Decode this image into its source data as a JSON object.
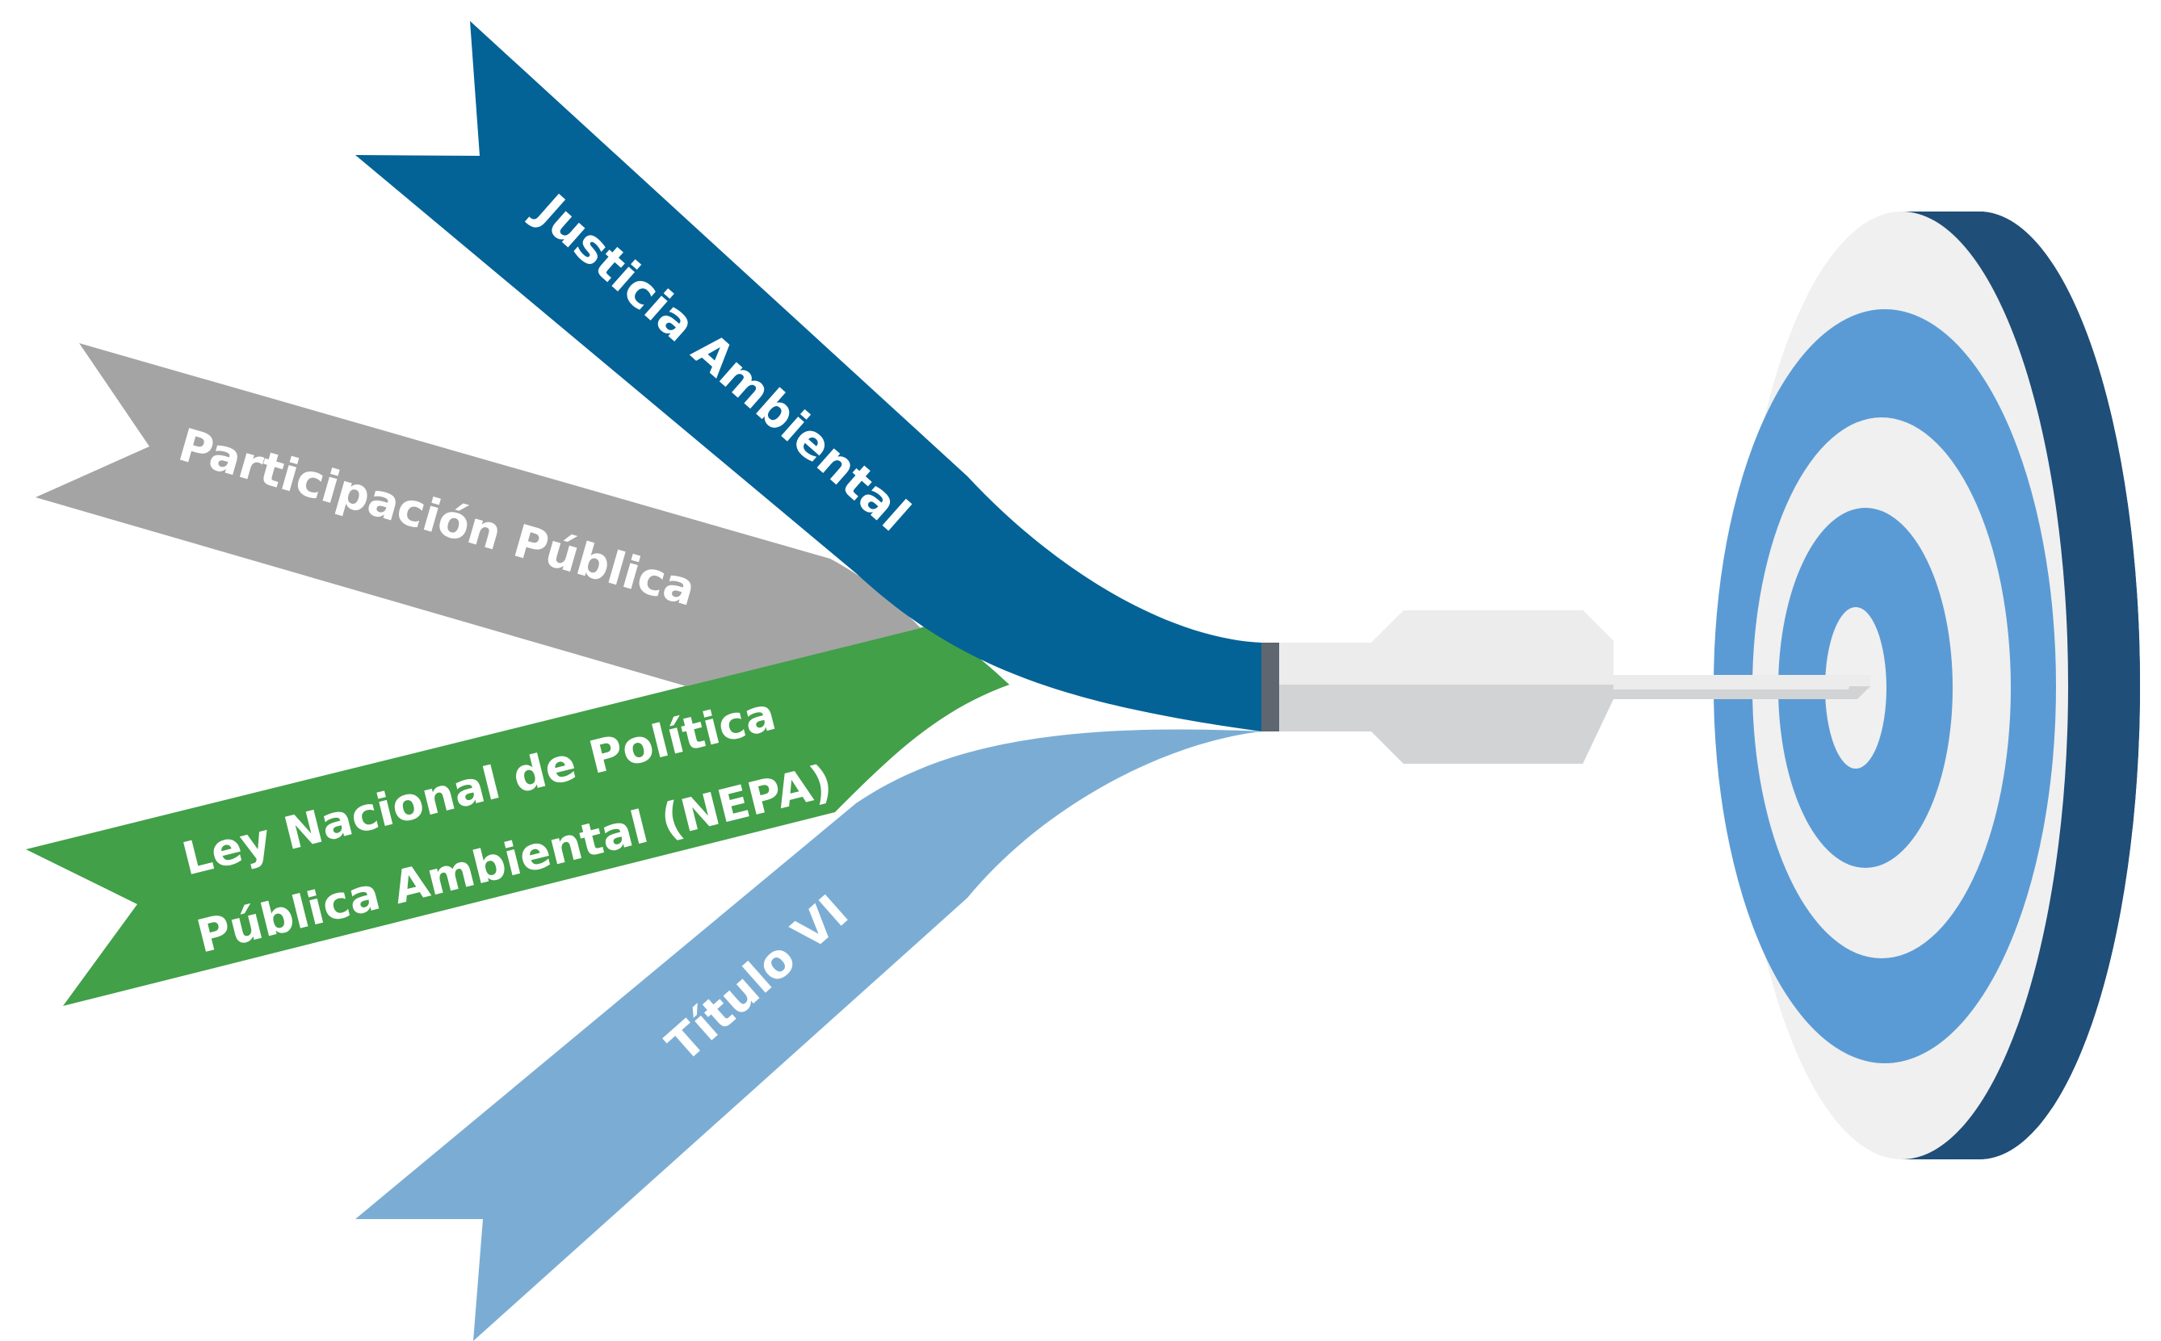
{
  "flags": [
    {
      "id": "justicia",
      "label": "Justicia Ambiental",
      "color": "#036397"
    },
    {
      "id": "participacion",
      "label": "Participación Pública",
      "color": "#a4a4a4"
    },
    {
      "id": "nepa",
      "lines": [
        "Ley Nacional de Política",
        "Pública Ambiental (NEPA)"
      ],
      "color": "#42a048"
    },
    {
      "id": "titulo",
      "label": "Título VI",
      "color": "#7badd4"
    }
  ],
  "target": {
    "outer_color": "#f0f0f0",
    "ring_color": "#5b9bd5",
    "side_color": "#1f4e78"
  },
  "dart_colors": {
    "light": "#ececec",
    "mid": "#d2d3d5",
    "dark": "#5e6670"
  }
}
